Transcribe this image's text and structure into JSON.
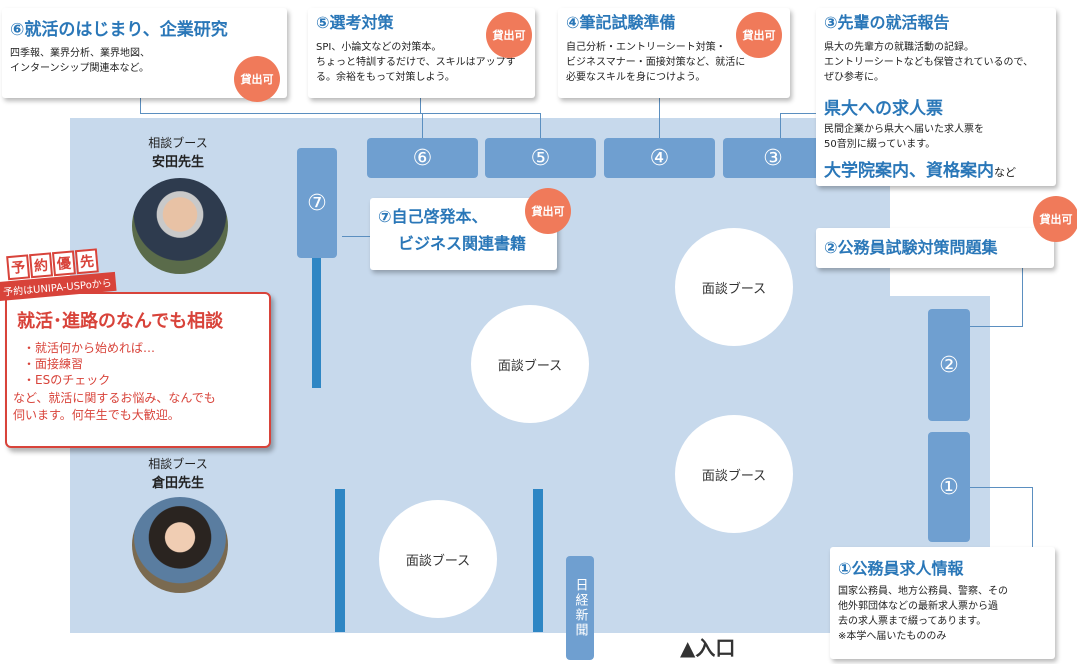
{
  "cards": {
    "c6": {
      "title": "⑥就活のはじまり、企業研究",
      "lines": [
        "四季報、業界分析、業界地図、",
        "インターンシップ関連本など。"
      ]
    },
    "c5": {
      "title": "⑤選考対策",
      "lines": [
        "SPI、小論文などの対策本。",
        "ちょっと特訓するだけで、スキルはアップす",
        "る。余裕をもって対策しよう。"
      ]
    },
    "c4": {
      "title": "④筆記試験準備",
      "lines": [
        "自己分析・エントリーシート対策・",
        "ビジネスマナー・面接対策など、就活に",
        "必要なスキルを身につけよう。"
      ]
    },
    "c3": {
      "title": "③先輩の就活報告",
      "lines": [
        "県大の先輩方の就職活動の記録。",
        "エントリーシートなども保管されているので、",
        "ぜひ参考に。"
      ],
      "sub_title": "県大への求人票",
      "sub_lines": [
        "民間企業から県大へ届いた求人票を",
        "50音別に綴っています。"
      ],
      "footer_main": "大学院案内、資格案内",
      "footer_suffix": "など"
    },
    "c7": {
      "title1": "⑦自己啓発本、",
      "title2": "ビジネス関連書籍"
    },
    "c2": {
      "title": "②公務員試験対策問題集"
    },
    "c1": {
      "title": "①公務員求人情報",
      "lines": [
        "国家公務員、地方公務員、警察、その",
        "他外郭団体などの最新求人票から過",
        "去の求人票まで綴ってあります。",
        "※本学へ届いたもののみ"
      ]
    }
  },
  "badge_label": "貸出可",
  "shelves": {
    "s6": "⑥",
    "s5": "⑤",
    "s4": "④",
    "s3": "③",
    "s7": "⑦",
    "s2": "②",
    "s1": "①"
  },
  "booths": {
    "label": "面談ブース"
  },
  "consult1": {
    "label": "相談ブース",
    "name": "安田先生"
  },
  "consult2": {
    "label": "相談ブース",
    "name": "倉田先生"
  },
  "reserve": {
    "tag_chars": [
      "予",
      "約",
      "優",
      "先"
    ],
    "tag_sub": "予約はUNIPA-USPoから",
    "title": "就活･進路のなんでも相談",
    "items": [
      "・就活何から始めれば…",
      "・面接練習",
      "・ESのチェック"
    ],
    "foot": [
      "など、就活に関するお悩み、なんでも",
      "伺います。何年生でも大歓迎。"
    ]
  },
  "newspaper": "日経新聞",
  "entrance": "▲入口",
  "colors": {
    "floor": "#c7d9ec",
    "shelf": "#6f9fd0",
    "wall": "#2e86c4",
    "accent_blue": "#2a77b8",
    "badge": "#f07a5a",
    "red": "#d8433a"
  }
}
